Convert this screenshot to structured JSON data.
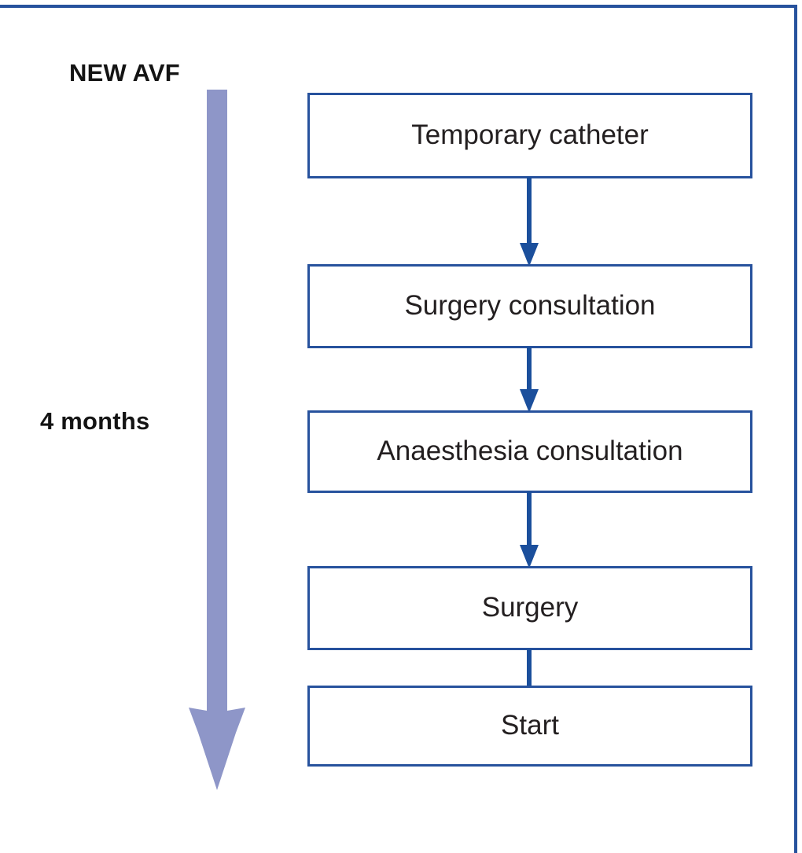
{
  "figure": {
    "title": "NEW AVF",
    "type": "flowchart-timeline"
  },
  "timeline": {
    "heading": "NEW AVF",
    "duration_label": "4 months",
    "arrow": {
      "name": "downward-time-arrow",
      "color": "#8e96c8",
      "direction": "down"
    }
  },
  "border": {
    "color": "#27529d"
  },
  "flow": {
    "node_border_color": "#27529d",
    "connector_color": "#1b4f9c",
    "text_color": "#231f20",
    "nodes": [
      {
        "id": "temporary-catheter",
        "label": "Temporary catheter"
      },
      {
        "id": "surgery-consultation",
        "label": "Surgery consultation"
      },
      {
        "id": "anaesthesia-consultation",
        "label": "Anaesthesia consultation"
      },
      {
        "id": "surgery",
        "label": "Surgery"
      },
      {
        "id": "start",
        "label": "Start"
      }
    ],
    "connectors": [
      {
        "from": "temporary-catheter",
        "to": "surgery-consultation"
      },
      {
        "from": "surgery-consultation",
        "to": "anaesthesia-consultation"
      },
      {
        "from": "anaesthesia-consultation",
        "to": "surgery"
      },
      {
        "from": "surgery",
        "to": "start"
      }
    ]
  }
}
